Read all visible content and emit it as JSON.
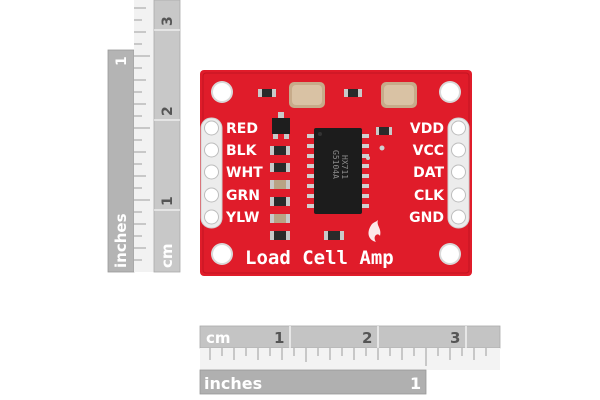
{
  "board": {
    "title": "Load Cell Amp",
    "left_pins": [
      "RED",
      "BLK",
      "WHT",
      "GRN",
      "YLW"
    ],
    "right_pins": [
      "VDD",
      "VCC",
      "DAT",
      "CLK",
      "GND"
    ],
    "chip_line1": "HX711",
    "chip_line2": "G5104A",
    "pcb_color": "#e01c2a"
  },
  "vertical_ruler": {
    "inches_label": "inches",
    "cm_label": "cm",
    "inch_mark": "1",
    "cm_marks": [
      "1",
      "2",
      "3"
    ]
  },
  "horizontal_ruler": {
    "cm_label": "cm",
    "inches_label": "inches",
    "cm_marks": [
      "1",
      "2",
      "3"
    ],
    "inch_mark": "1"
  }
}
